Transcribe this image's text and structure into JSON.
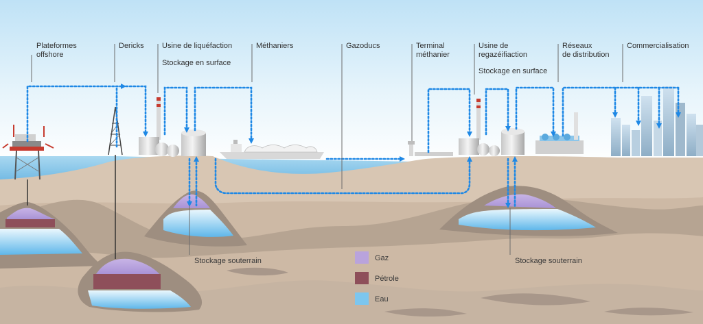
{
  "labels": {
    "plateformes": [
      "Plateformes",
      "offshore"
    ],
    "derricks": "Dericks",
    "usine_liquefaction": "Usine de liquéfaction",
    "stockage_surface_1": "Stockage en surface",
    "methaniers": "Méthaniers",
    "gazoducs": "Gazoducs",
    "terminal": [
      "Terminal",
      "méthanier"
    ],
    "usine_regazeification": [
      "Usine de",
      "regazéifiaction"
    ],
    "stockage_surface_2": "Stockage en surface",
    "reseaux": [
      "Réseaux",
      "de distribution"
    ],
    "commercialisation": "Commercialisation",
    "stockage_souterrain_1": "Stockage souterrain",
    "stockage_souterrain_2": "Stockage souterrain"
  },
  "legend": [
    {
      "label": "Gaz",
      "color": "#b9a3dc"
    },
    {
      "label": "Pétrole",
      "color": "#8e4f5a"
    },
    {
      "label": "Eau",
      "color": "#7cc6ef"
    }
  ],
  "colors": {
    "flow": "#1e88e5",
    "sky_top": "#cfe8f7",
    "sea": "#8fc9ea",
    "ground": "#d9c7b4",
    "rock_dark": "#b9a796"
  }
}
